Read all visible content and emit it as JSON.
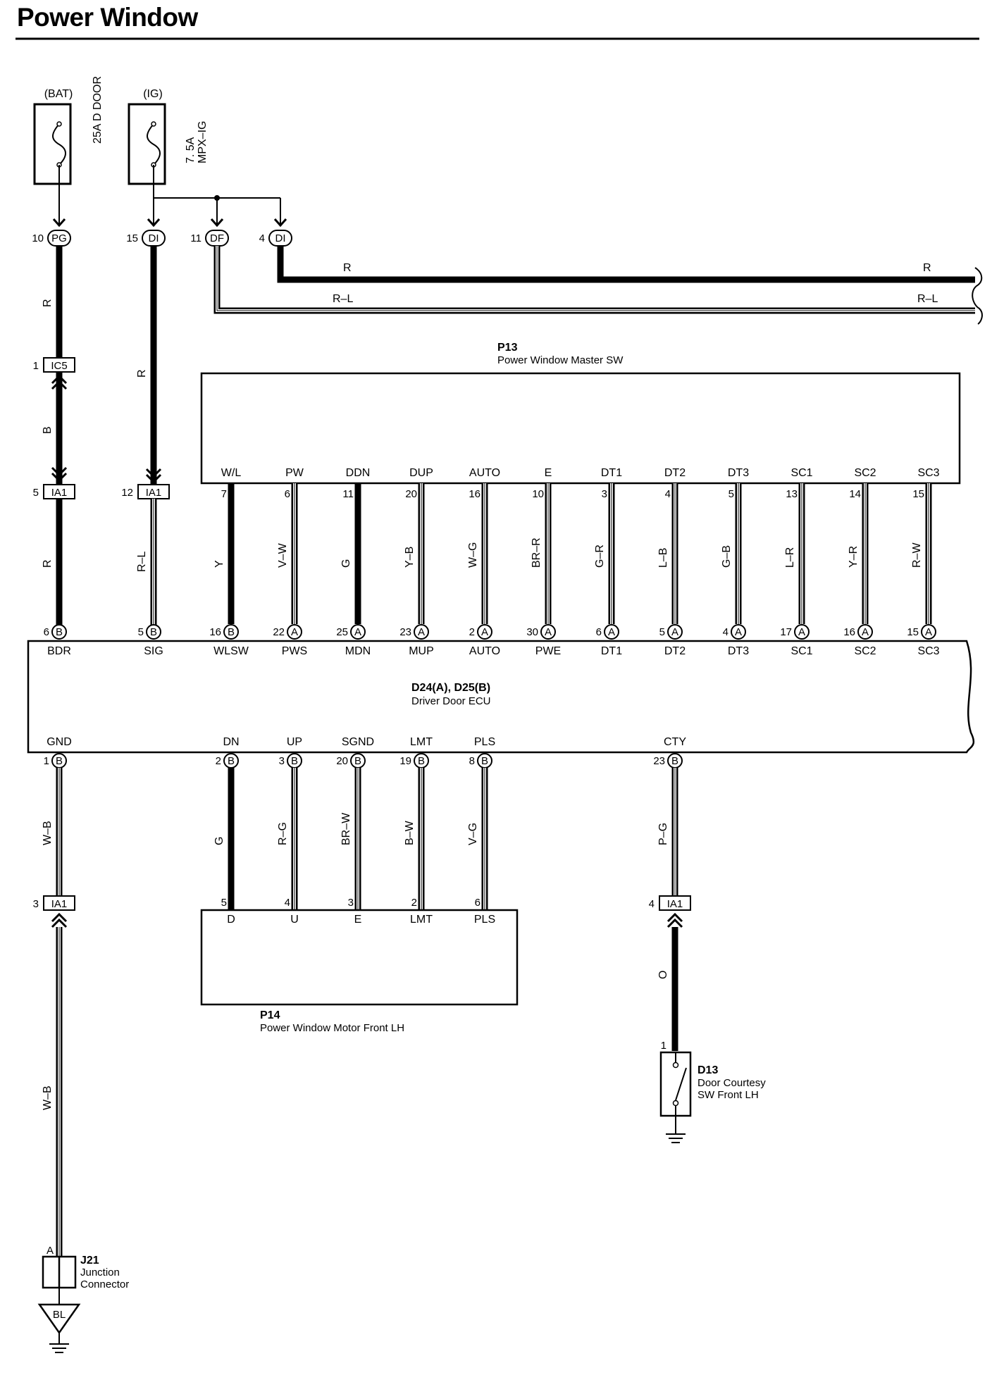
{
  "title": "Power Window",
  "power": {
    "bat": "(BAT)",
    "ig": "(IG)",
    "fuse_bat": "25A D DOOR",
    "fuse_ig_amp": "7. 5A",
    "fuse_ig_name": "MPX–IG"
  },
  "top_connectors": [
    {
      "pin": "10",
      "code": "PG",
      "wire": "R"
    },
    {
      "pin": "15",
      "code": "DI",
      "wire": "R"
    },
    {
      "pin": "11",
      "code": "DF"
    },
    {
      "pin": "4",
      "code": "DI"
    }
  ],
  "right_wires": [
    {
      "color_left": "R",
      "color_right": "R"
    },
    {
      "color_left": "R–L",
      "color_right": "R–L"
    }
  ],
  "inline_connectors": {
    "ic5": {
      "pin": "1",
      "code": "IC5",
      "wire_below": "B"
    },
    "ia1_bdr": {
      "pin": "5",
      "code": "IA1",
      "wire_below": "R"
    },
    "ia1_sig": {
      "pin": "12",
      "code": "IA1",
      "wire_below": "R–L"
    },
    "ia1_gnd": {
      "pin": "3",
      "code": "IA1",
      "wire_above": "W–B",
      "wire_below": "W–B"
    },
    "ia1_cty": {
      "pin": "4",
      "code": "IA1",
      "wire_above": "P–G",
      "wire_below": "O"
    }
  },
  "master_switch": {
    "code": "P13",
    "name": "Power Window Master SW",
    "terminals": [
      {
        "name": "W/L",
        "pin": "7",
        "wire": "Y",
        "ecu_pin": "16",
        "conn": "B",
        "ecu_name": "WLSW"
      },
      {
        "name": "PW",
        "pin": "6",
        "wire": "V–W",
        "ecu_pin": "22",
        "conn": "A",
        "ecu_name": "PWS"
      },
      {
        "name": "DDN",
        "pin": "11",
        "wire": "G",
        "ecu_pin": "25",
        "conn": "A",
        "ecu_name": "MDN"
      },
      {
        "name": "DUP",
        "pin": "20",
        "wire": "Y–B",
        "ecu_pin": "23",
        "conn": "A",
        "ecu_name": "MUP"
      },
      {
        "name": "AUTO",
        "pin": "16",
        "wire": "W–G",
        "ecu_pin": "2",
        "conn": "A",
        "ecu_name": "AUTO"
      },
      {
        "name": "E",
        "pin": "10",
        "wire": "BR–R",
        "ecu_pin": "30",
        "conn": "A",
        "ecu_name": "PWE"
      },
      {
        "name": "DT1",
        "pin": "3",
        "wire": "G–R",
        "ecu_pin": "6",
        "conn": "A",
        "ecu_name": "DT1"
      },
      {
        "name": "DT2",
        "pin": "4",
        "wire": "L–B",
        "ecu_pin": "5",
        "conn": "A",
        "ecu_name": "DT2"
      },
      {
        "name": "DT3",
        "pin": "5",
        "wire": "G–B",
        "ecu_pin": "4",
        "conn": "A",
        "ecu_name": "DT3"
      },
      {
        "name": "SC1",
        "pin": "13",
        "wire": "L–R",
        "ecu_pin": "17",
        "conn": "A",
        "ecu_name": "SC1"
      },
      {
        "name": "SC2",
        "pin": "14",
        "wire": "Y–R",
        "ecu_pin": "16",
        "conn": "A",
        "ecu_name": "SC2"
      },
      {
        "name": "SC3",
        "pin": "15",
        "wire": "R–W",
        "ecu_pin": "15",
        "conn": "A",
        "ecu_name": "SC3"
      }
    ]
  },
  "ecu": {
    "code": "D24(A), D25(B)",
    "name": "Driver Door ECU",
    "left_top": [
      {
        "name": "BDR",
        "pin": "6",
        "conn": "B"
      },
      {
        "name": "SIG",
        "pin": "5",
        "conn": "B"
      }
    ],
    "bottom": [
      {
        "name": "GND",
        "pin": "1",
        "conn": "B"
      },
      {
        "name": "DN",
        "pin": "2",
        "conn": "B",
        "wire": "G",
        "motor_pin": "5",
        "motor_name": "D"
      },
      {
        "name": "UP",
        "pin": "3",
        "conn": "B",
        "wire": "R–G",
        "motor_pin": "4",
        "motor_name": "U"
      },
      {
        "name": "SGND",
        "pin": "20",
        "conn": "B",
        "wire": "BR–W",
        "motor_pin": "3",
        "motor_name": "E"
      },
      {
        "name": "LMT",
        "pin": "19",
        "conn": "B",
        "wire": "B–W",
        "motor_pin": "2",
        "motor_name": "LMT"
      },
      {
        "name": "PLS",
        "pin": "8",
        "conn": "B",
        "wire": "V–G",
        "motor_pin": "6",
        "motor_name": "PLS"
      },
      {
        "name": "CTY",
        "pin": "23",
        "conn": "B"
      }
    ]
  },
  "motor": {
    "code": "P14",
    "name": "Power Window Motor Front LH"
  },
  "courtesy": {
    "code": "D13",
    "line1": "Door Courtesy",
    "line2": "SW Front LH",
    "pin": "1"
  },
  "junction": {
    "code": "J21",
    "line1": "Junction",
    "line2": "Connector",
    "pin": "A",
    "ground": "BL"
  }
}
